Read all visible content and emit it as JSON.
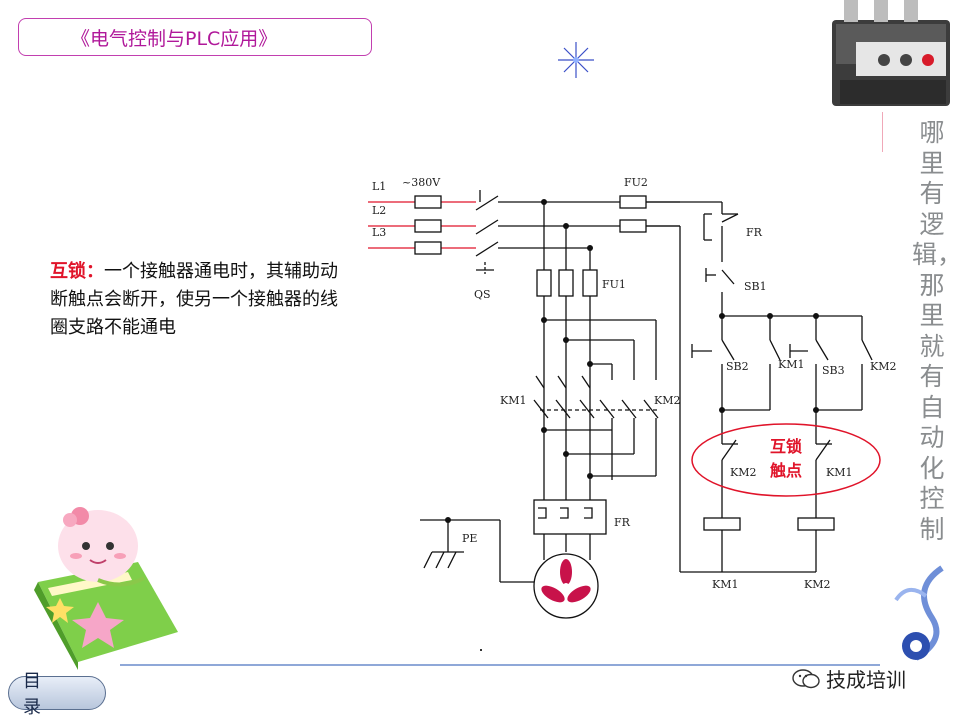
{
  "header": {
    "title": "《电气控制与PLC应用》"
  },
  "side_text": "哪里有逻辑，那里就有自动化控制",
  "description": {
    "highlight": "互锁：",
    "body": "一个接触器通电时，其辅助动断触点会断开，使另一个接触器的线圈支路不能通电"
  },
  "diagram_labels": {
    "L1": "L1",
    "L2": "L2",
    "L3": "L3",
    "voltage": "~380V",
    "QS": "QS",
    "FU1": "FU1",
    "FU2": "FU2",
    "FR_main": "FR",
    "FR_ctrl": "FR",
    "SB1": "SB1",
    "SB2": "SB2",
    "SB3": "SB3",
    "KM1_main": "KM1",
    "KM2_main": "KM2",
    "KM1_aux": "KM1",
    "KM2_aux": "KM2",
    "KM2_nc": "KM2",
    "KM1_nc": "KM1",
    "KM1_coil": "KM1",
    "KM2_coil": "KM2",
    "PE": "PE",
    "interlock_line1": "互锁",
    "interlock_line2": "触点"
  },
  "footer": {
    "menu_label": "目 录",
    "wechat": "技成培训"
  },
  "colors": {
    "accent": "#b0189a",
    "red": "#e0142a",
    "fan": "#c8124a"
  }
}
